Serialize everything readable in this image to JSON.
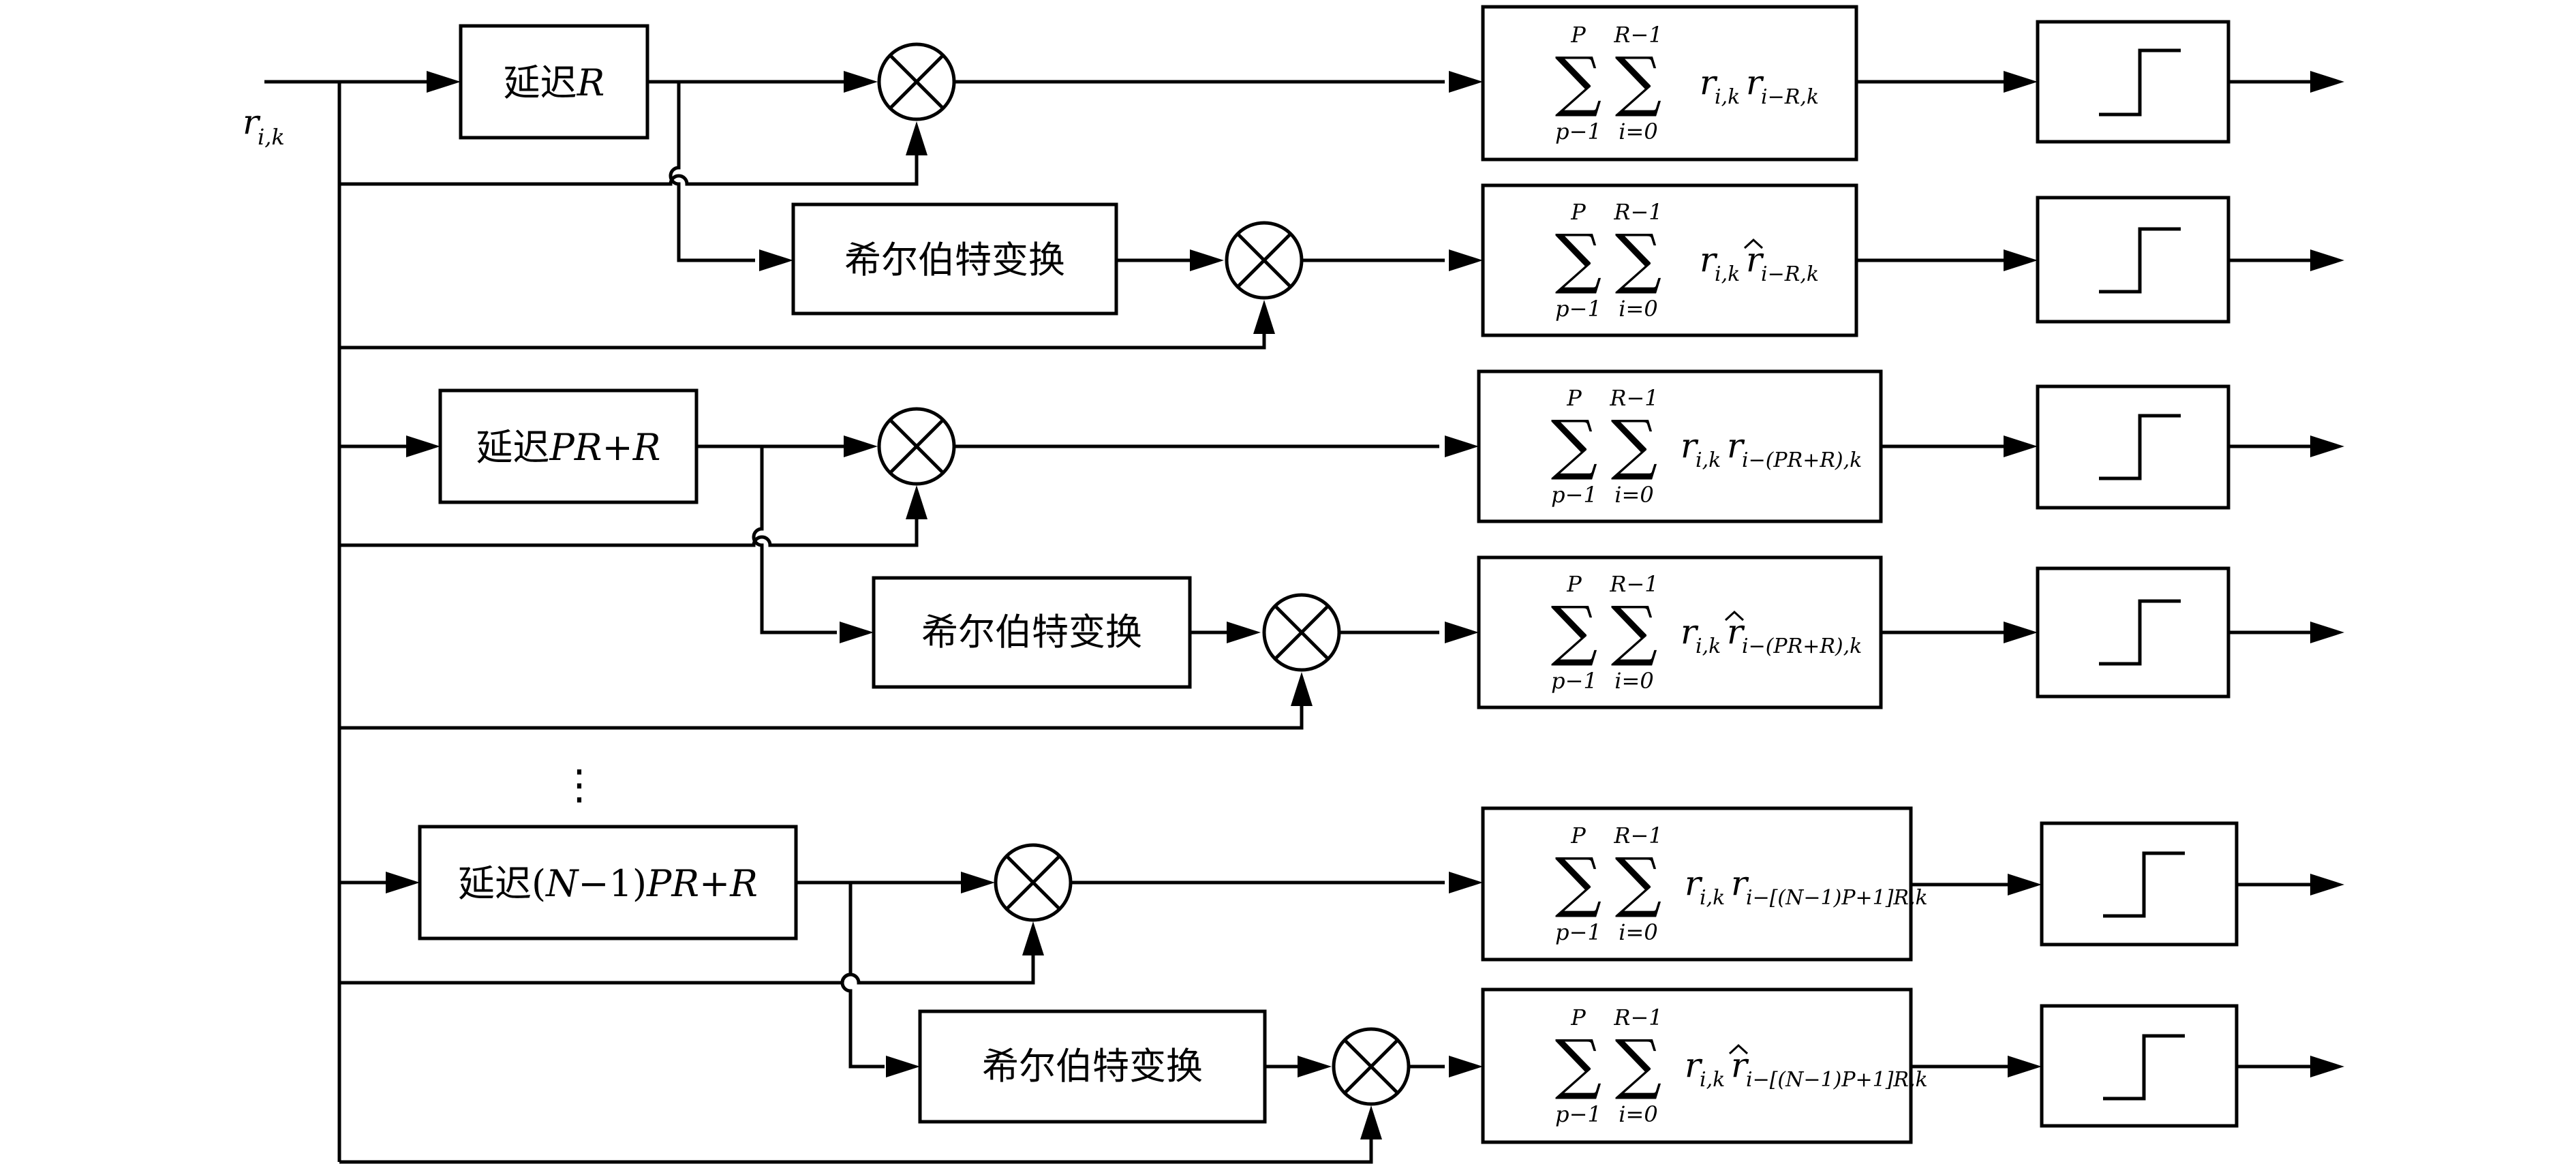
{
  "diagram": {
    "input_label": {
      "base": "r",
      "sub": "i,k"
    },
    "ellipsis": "⋮",
    "blocks": {
      "delay_1": {
        "prefix": "延迟",
        "expr": "R"
      },
      "delay_2": {
        "prefix": "延迟",
        "expr": "PR+R"
      },
      "delay_3": {
        "prefix": "延迟",
        "pre": "(",
        "var": "N",
        "mid": "−1)",
        "expr": "PR+R"
      },
      "hilbert": "希尔伯特变换"
    },
    "sum_upper_outer": "P",
    "sum_lower_outer": "p−1",
    "sum_upper_inner": "R−1",
    "sum_lower_inner": "i=0",
    "sum_terms": [
      {
        "a": "r",
        "a_sub": "i,k",
        "b": "r",
        "b_hat": false,
        "b_sub": "i−R,k"
      },
      {
        "a": "r",
        "a_sub": "i,k",
        "b": "r",
        "b_hat": true,
        "b_sub": "i−R,k"
      },
      {
        "a": "r",
        "a_sub": "i,k",
        "b": "r",
        "b_hat": false,
        "b_sub": "i−(PR+R),k"
      },
      {
        "a": "r",
        "a_sub": "i,k",
        "b": "r",
        "b_hat": true,
        "b_sub": "i−(PR+R),k"
      },
      {
        "a": "r",
        "a_sub": "i,k",
        "b": "r",
        "b_hat": false,
        "b_sub": "i−[(N−1)P+1]R,k"
      },
      {
        "a": "r",
        "a_sub": "i,k",
        "b": "r",
        "b_hat": true,
        "b_sub": "i−[(N−1)P+1]R,k"
      }
    ]
  }
}
